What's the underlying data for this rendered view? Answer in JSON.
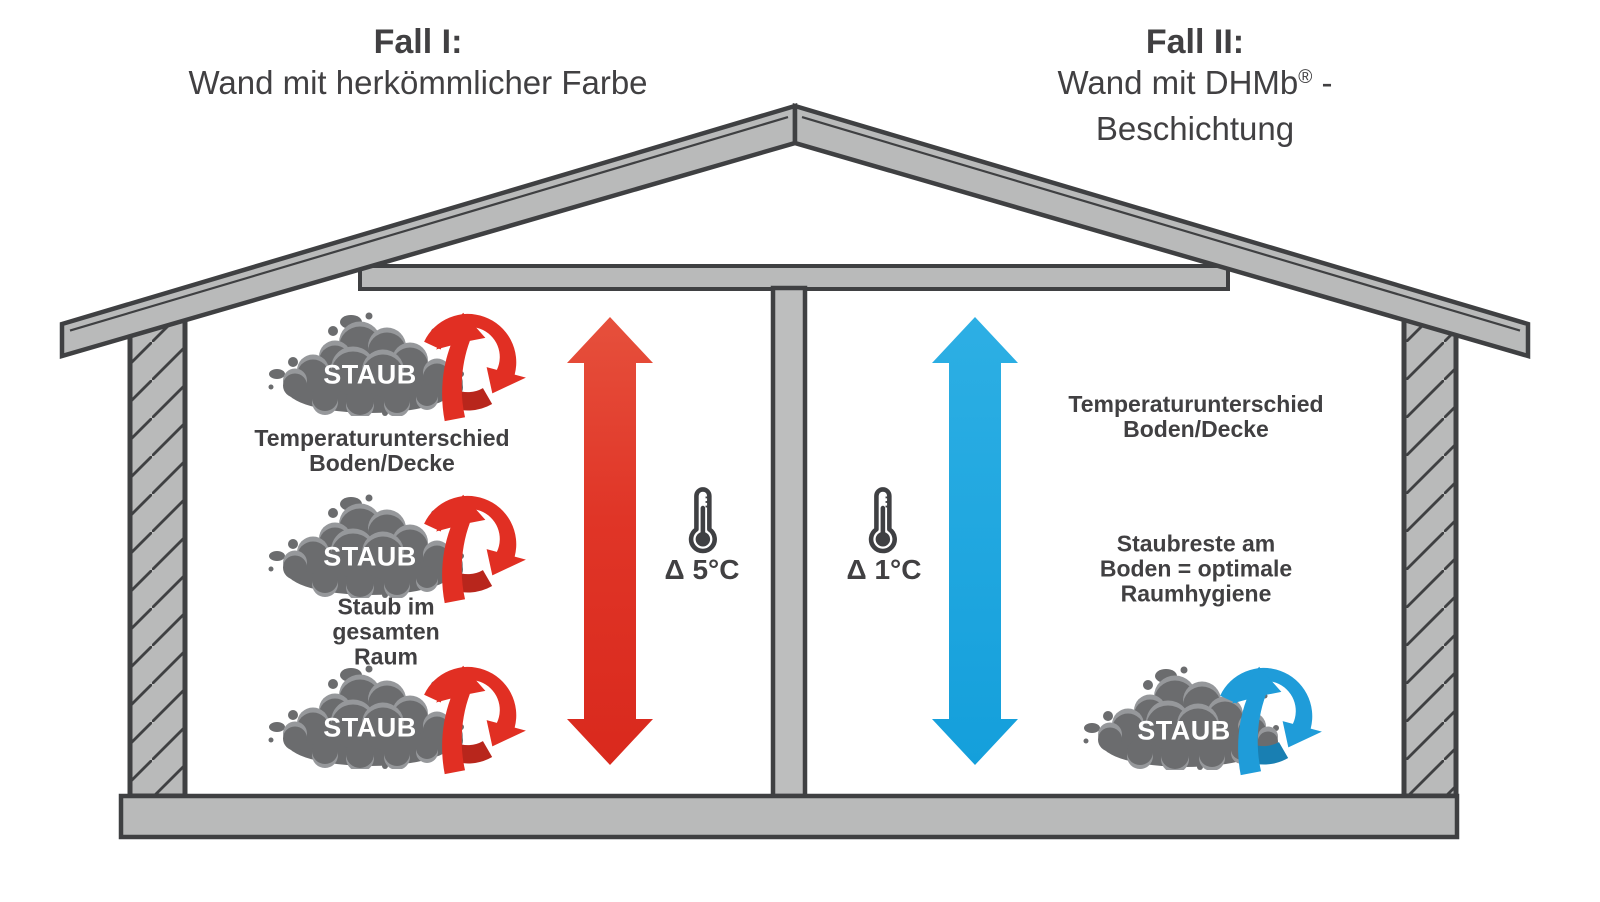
{
  "titles": {
    "left": {
      "heading": "Fall I:",
      "subtitle": "Wand mit herkömmlicher Farbe"
    },
    "right": {
      "heading": "Fall II:",
      "subtitle_before_sup": "Wand mit DHMb",
      "subtitle_sup": "®",
      "subtitle_after_sup": " - Beschichtung"
    }
  },
  "left_room": {
    "dust_clouds": [
      {
        "label": "STAUB"
      },
      {
        "label": "STAUB"
      },
      {
        "label": "STAUB"
      }
    ],
    "caption_temperature": "Temperaturunterschied\nBoden/Decke",
    "caption_dust": "Staub im\ngesamten\nRaum",
    "temperature_delta": "Δ 5°C"
  },
  "right_room": {
    "dust_clouds": [
      {
        "label": "STAUB"
      }
    ],
    "caption_temperature": "Temperaturunterschied\nBoden/Decke",
    "caption_dust": "Staubreste am\nBoden = optimale\nRaumhygiene",
    "temperature_delta": "Δ 1°C"
  },
  "colors": {
    "text": "#414042",
    "structure_outline": "#3f4042",
    "structure_fill": "#b9baba",
    "hot_arrow": "#e12f23",
    "cold_arrow": "#1f9cd9",
    "cloud": "#6b6c6e"
  }
}
